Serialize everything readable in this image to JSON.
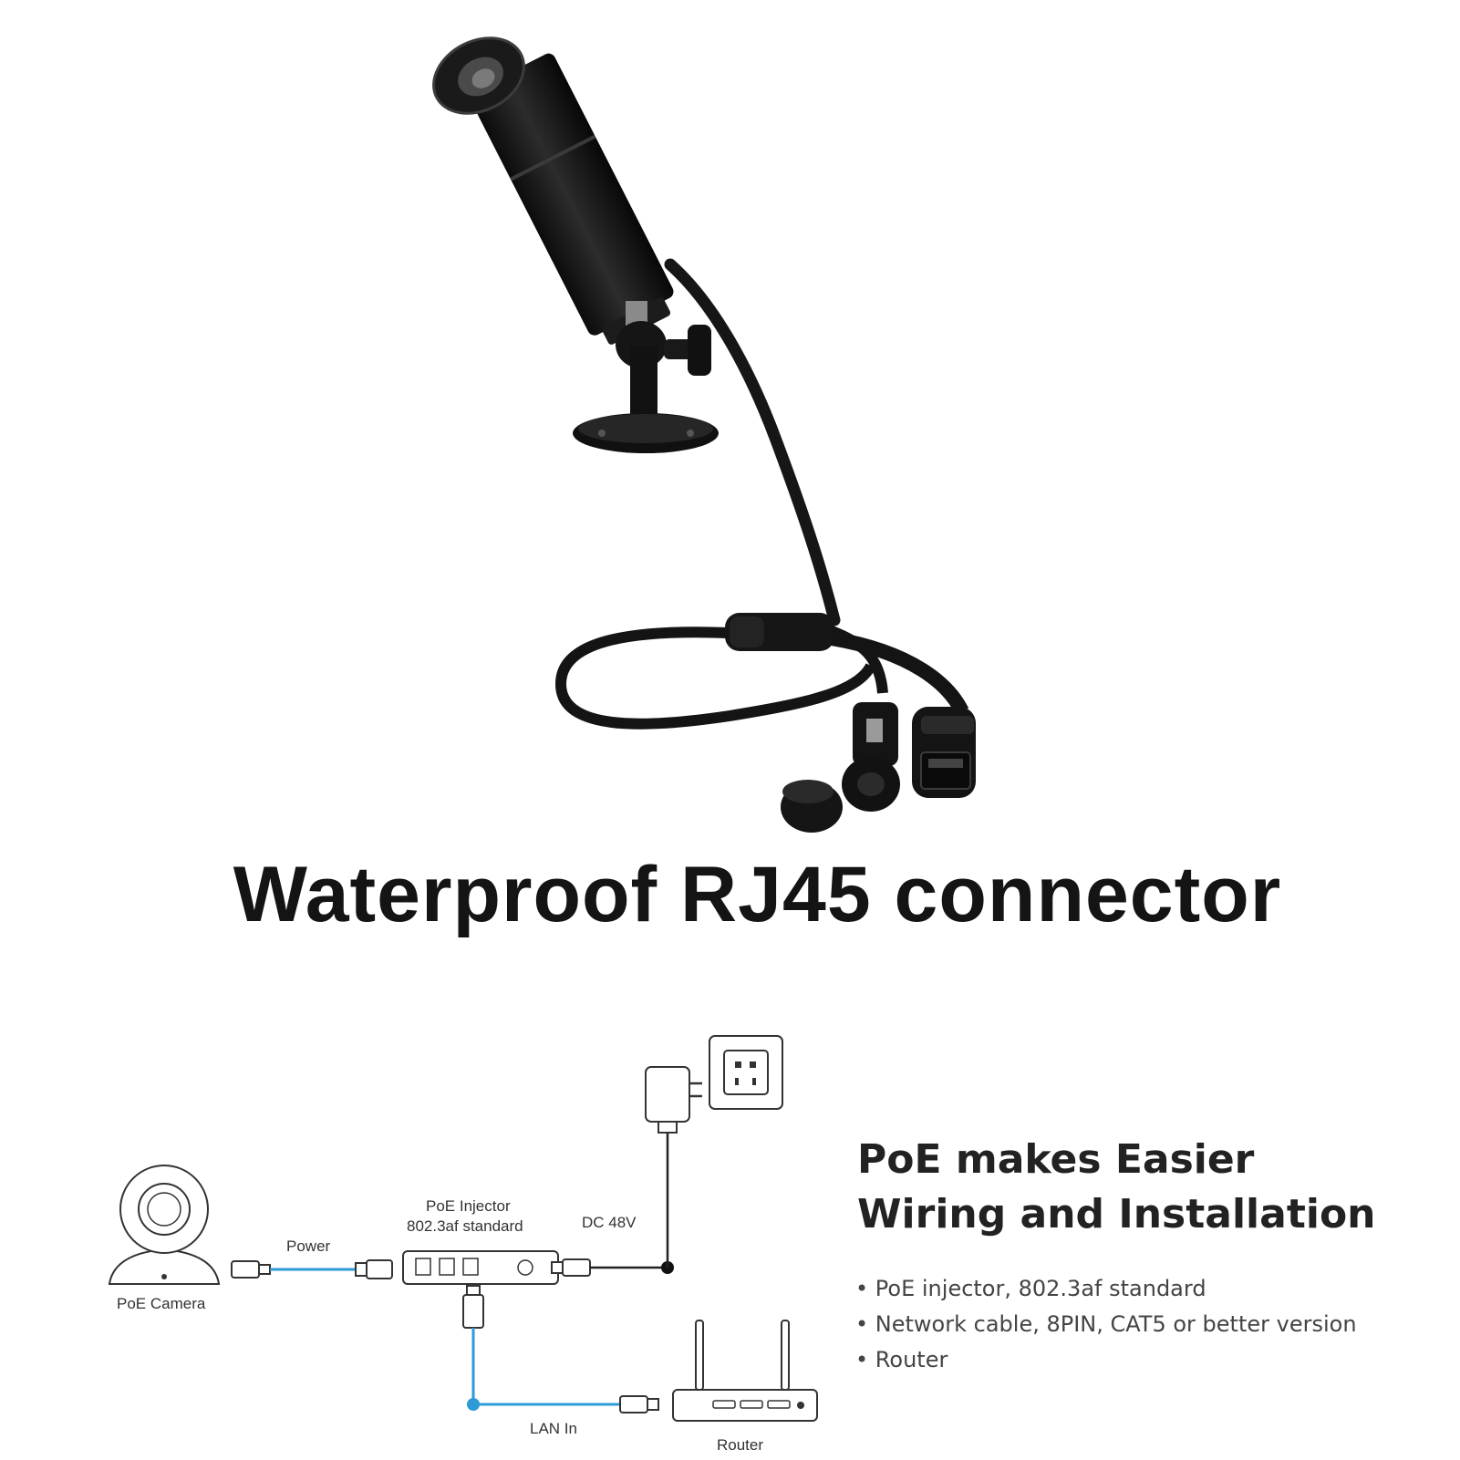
{
  "headline": "Waterproof RJ45 connector",
  "diagram": {
    "labels": {
      "poe_camera": "PoE Camera",
      "power": "Power",
      "injector_line1": "PoE Injector",
      "injector_line2": "802.3af standard",
      "dc": "DC 48V",
      "lan_in": "LAN In",
      "router": "Router"
    }
  },
  "info": {
    "title_line1": "PoE makes Easier",
    "title_line2": "Wiring and Installation",
    "bullets": [
      "PoE injector, 802.3af standard",
      "Network cable, 8PIN, CAT5 or better version",
      "Router"
    ]
  },
  "colors": {
    "cable_blue": "#2f9bd6",
    "line_dark": "#222222",
    "product_black": "#141414"
  }
}
